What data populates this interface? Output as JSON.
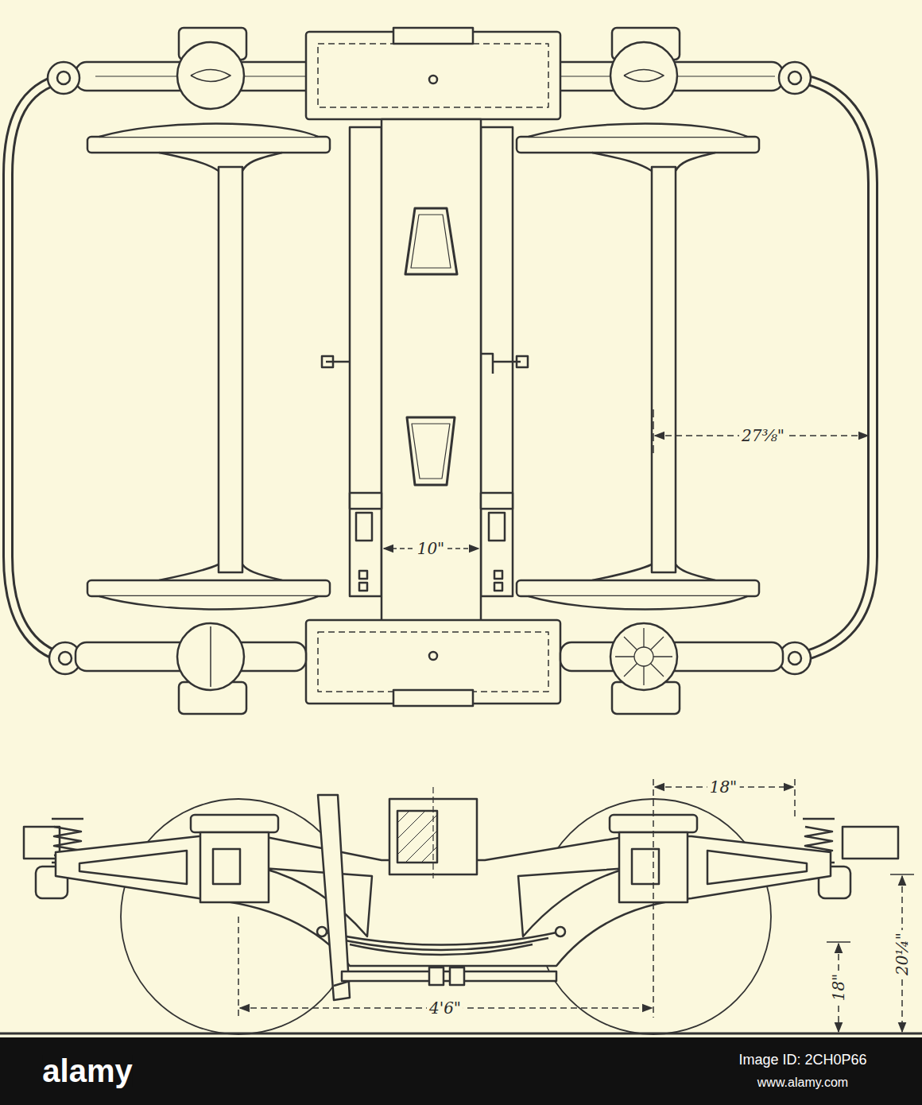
{
  "diagram": {
    "labels": [
      "27⅜\"",
      "10\"",
      "18\"",
      "18\"",
      "20¼\"",
      "4'6\"",
      "alamy",
      "Image ID: 2CH0P66",
      "www.alamy.com"
    ]
  }
}
